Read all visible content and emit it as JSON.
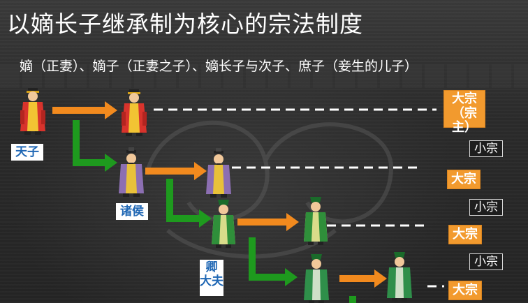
{
  "title": "以嫡长子继承制为核心的宗法制度",
  "subtitle": "嫡（正妻）、嫡子（正妻之子）、嫡长子与次子、庶子（妾生的儿子）",
  "ranks": {
    "tianzi": "天子",
    "zhuhou": "诸侯",
    "qing_dafu": "卿\n大夫"
  },
  "lineage": {
    "dazong_zongzhu": "大宗\n（宗主）",
    "dazong": "大宗",
    "xiaozong": "小宗"
  },
  "colors": {
    "orange_arrow": "#f28a1e",
    "green_arrow": "#1e9a1e",
    "dazong_bg": "#f29a2e",
    "rank_text": "#1f67b4"
  },
  "icons": [
    "emperor-figure",
    "lord-figure",
    "minister-figure"
  ]
}
